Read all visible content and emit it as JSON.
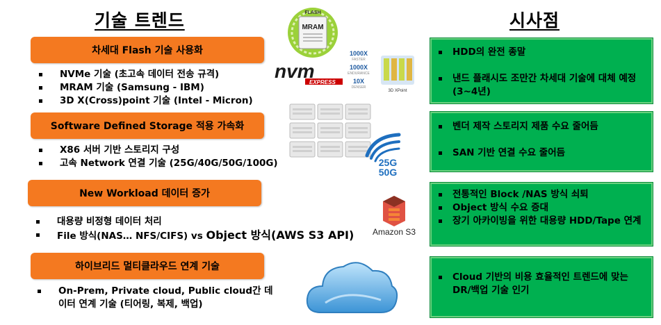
{
  "left_heading": "기술 트렌드",
  "right_heading": "시사점",
  "sections": [
    {
      "title": "차세대 Flash 기술 사용화",
      "items": [
        "NVMe 기술 (초고속 데이터 전송 규격)",
        "MRAM 기술 (Samsung - IBM)",
        "3D X(Cross)point 기술 (Intel - Micron)"
      ]
    },
    {
      "title": "Software Defined Storage 적용 가속화",
      "items": [
        "X86 서버 기반 스토리지 구성",
        "고속 Network 연결 기술 (25G/40G/50G/100G)"
      ]
    },
    {
      "title": "New Workload 데이터 증가",
      "items": [
        "대용량 비정형 데이터 처리",
        "File 방식(NAS… NFS/CIFS) vs ",
        "Object 방식(AWS S3 API)"
      ]
    },
    {
      "title": "하이브리드 멀티클라우드 연계 기술",
      "items": [
        "On-Prem, Private cloud, Public cloud간 데이터 연계 기술 (티어링, 복제, 백업)"
      ]
    }
  ],
  "implications": [
    [
      "HDD의 완전 종말",
      "낸드 플래시도 조만간 차세대 기술에 대체 예정 (3~4년)"
    ],
    [
      "벤더 제작 스토리지 제품 수요 줄어듬",
      "SAN 기반 연결 수요 줄어듬"
    ],
    [
      "전통적인 Block /NAS 방식 쇠퇴",
      "Object 방식 수요 증대",
      "장기 아카이빙을 위한 대용량 HDD/Tape 연계"
    ],
    [
      "Cloud 기반의 비용 효율적인 트렌드에 맞는 DR/백업 기술 인기"
    ]
  ],
  "logos": {
    "mram": {
      "top": "FLASH",
      "main": "MRAM"
    },
    "nvm": {
      "main": "nvm",
      "sub": "EXPRESS"
    },
    "xpoint": {
      "stats": [
        "1000X",
        "FASTER",
        "1000X",
        "ENDURANCE",
        "10X",
        "DENSER"
      ],
      "label": "3D XPoint"
    },
    "speed": {
      "line1": "25G",
      "line2": "50G"
    },
    "amazon": {
      "label": "Amazon S3"
    }
  },
  "colors": {
    "orange": "#f47920",
    "green": "#00b050",
    "speed_blue": "#1e6fbf",
    "s3_red": "#e05243"
  },
  "icons": [
    "mram-chip-icon",
    "nvm-express-logo",
    "3d-xpoint-icon",
    "server-rack-icon",
    "network-speed-icon",
    "amazon-s3-icon",
    "cloud-icon"
  ]
}
